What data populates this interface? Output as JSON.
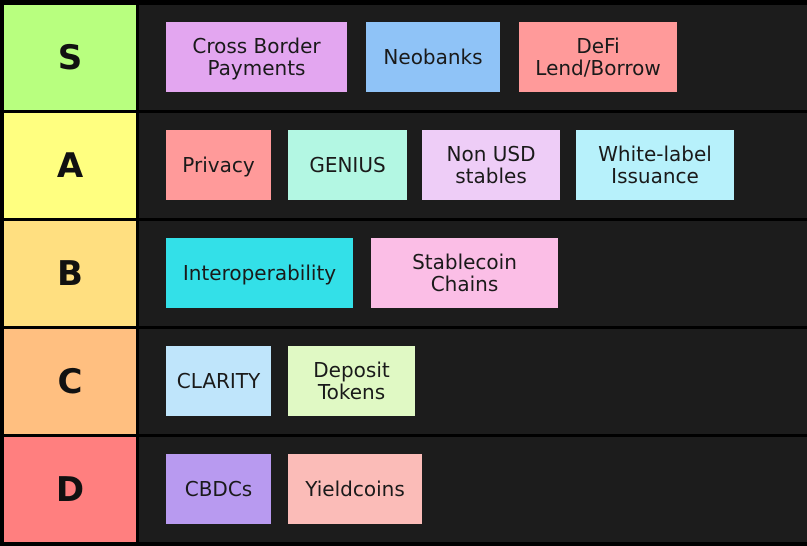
{
  "tiers": [
    {
      "label": "S",
      "color": "#b8ff7f",
      "items": [
        {
          "text": "Cross Border\nPayments",
          "color": "#e3a6f0"
        },
        {
          "text": "Neobanks",
          "color": "#8fc3f7"
        },
        {
          "text": "DeFi\nLend/Borrow",
          "color": "#ff9a9a"
        }
      ]
    },
    {
      "label": "A",
      "color": "#ffff80",
      "items": [
        {
          "text": "Privacy",
          "color": "#ff9a9a"
        },
        {
          "text": "GENIUS",
          "color": "#b3f7e3"
        },
        {
          "text": "Non USD\nstables",
          "color": "#eecdf7"
        },
        {
          "text": "White-label\nIssuance",
          "color": "#b7f1fb"
        }
      ]
    },
    {
      "label": "B",
      "color": "#ffdf80",
      "items": [
        {
          "text": "Interoperability",
          "color": "#33e0e8"
        },
        {
          "text": "Stablecoin\nChains",
          "color": "#fbbee6"
        }
      ]
    },
    {
      "label": "C",
      "color": "#ffbf80",
      "items": [
        {
          "text": "CLARITY",
          "color": "#bfe5fb"
        },
        {
          "text": "Deposit\nTokens",
          "color": "#e0f9c4"
        }
      ]
    },
    {
      "label": "D",
      "color": "#ff7f7f",
      "items": [
        {
          "text": "CBDCs",
          "color": "#b89af0"
        },
        {
          "text": "Yieldcoins",
          "color": "#fbbcb8"
        }
      ]
    }
  ]
}
